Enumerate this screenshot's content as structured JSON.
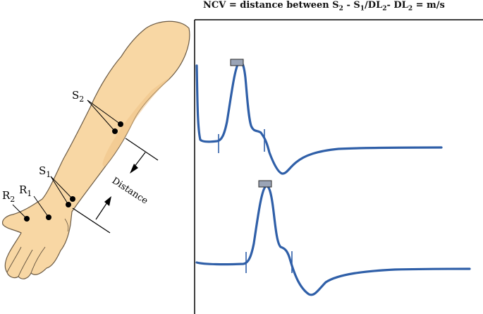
{
  "equation": {
    "prefix": "NCV = distance between S",
    "s2_sub": "2",
    "mid1": " - S",
    "s1_sub": "1",
    "mid2": "/DL",
    "dl_sub_a": "2",
    "mid3": "- DL",
    "dl_sub_b": "2",
    "suffix": "= m/s"
  },
  "labels": {
    "s2": "S",
    "s2_sub": "2",
    "s1": "S",
    "s1_sub": "1",
    "r1": "R",
    "r1_sub": "1",
    "r2": "R",
    "r2_sub": "2",
    "distance": "Distance"
  },
  "colors": {
    "skin": "#f8d7a4",
    "skin_shadow": "#efc386",
    "outline": "#6b5a44",
    "trace": "#2f5fa8",
    "marker": "#9aa4b6",
    "electrode": "#000000"
  }
}
